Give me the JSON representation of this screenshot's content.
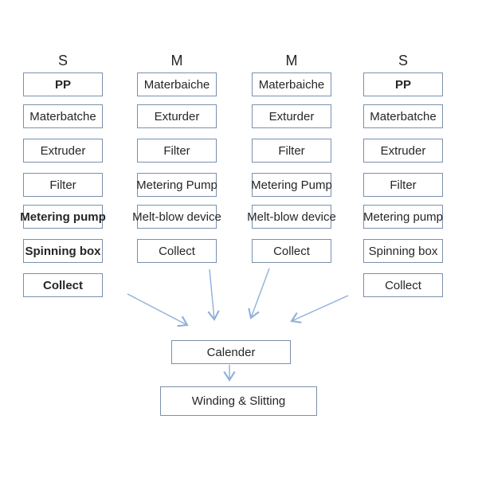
{
  "diagram": {
    "columns": [
      {
        "header": "S",
        "boxes": [
          "PP",
          "Materbatche",
          "Extruder",
          "Filter",
          "Metering pump",
          "Spinning box",
          "Collect"
        ]
      },
      {
        "header": "M",
        "boxes": [
          "Materbaiche",
          "Exturder",
          "Filter",
          "Metering Pump",
          "Melt-blow device",
          "Collect"
        ]
      },
      {
        "header": "M",
        "boxes": [
          "Materbaiche",
          "Exturder",
          "Filter",
          "Metering Pump",
          "Melt-blow device",
          "Collect"
        ]
      },
      {
        "header": "S",
        "boxes": [
          "PP",
          "Materbatche",
          "Extruder",
          "Filter",
          "Metering pump",
          "Spinning box",
          "Collect"
        ]
      }
    ],
    "merge_nodes": {
      "calender": "Calender",
      "winding": "Winding & Slitting"
    },
    "colors": {
      "box_border": "#7a90ac",
      "text": "#262626",
      "arrow": "#8fb0d9",
      "background": "#ffffff"
    }
  }
}
